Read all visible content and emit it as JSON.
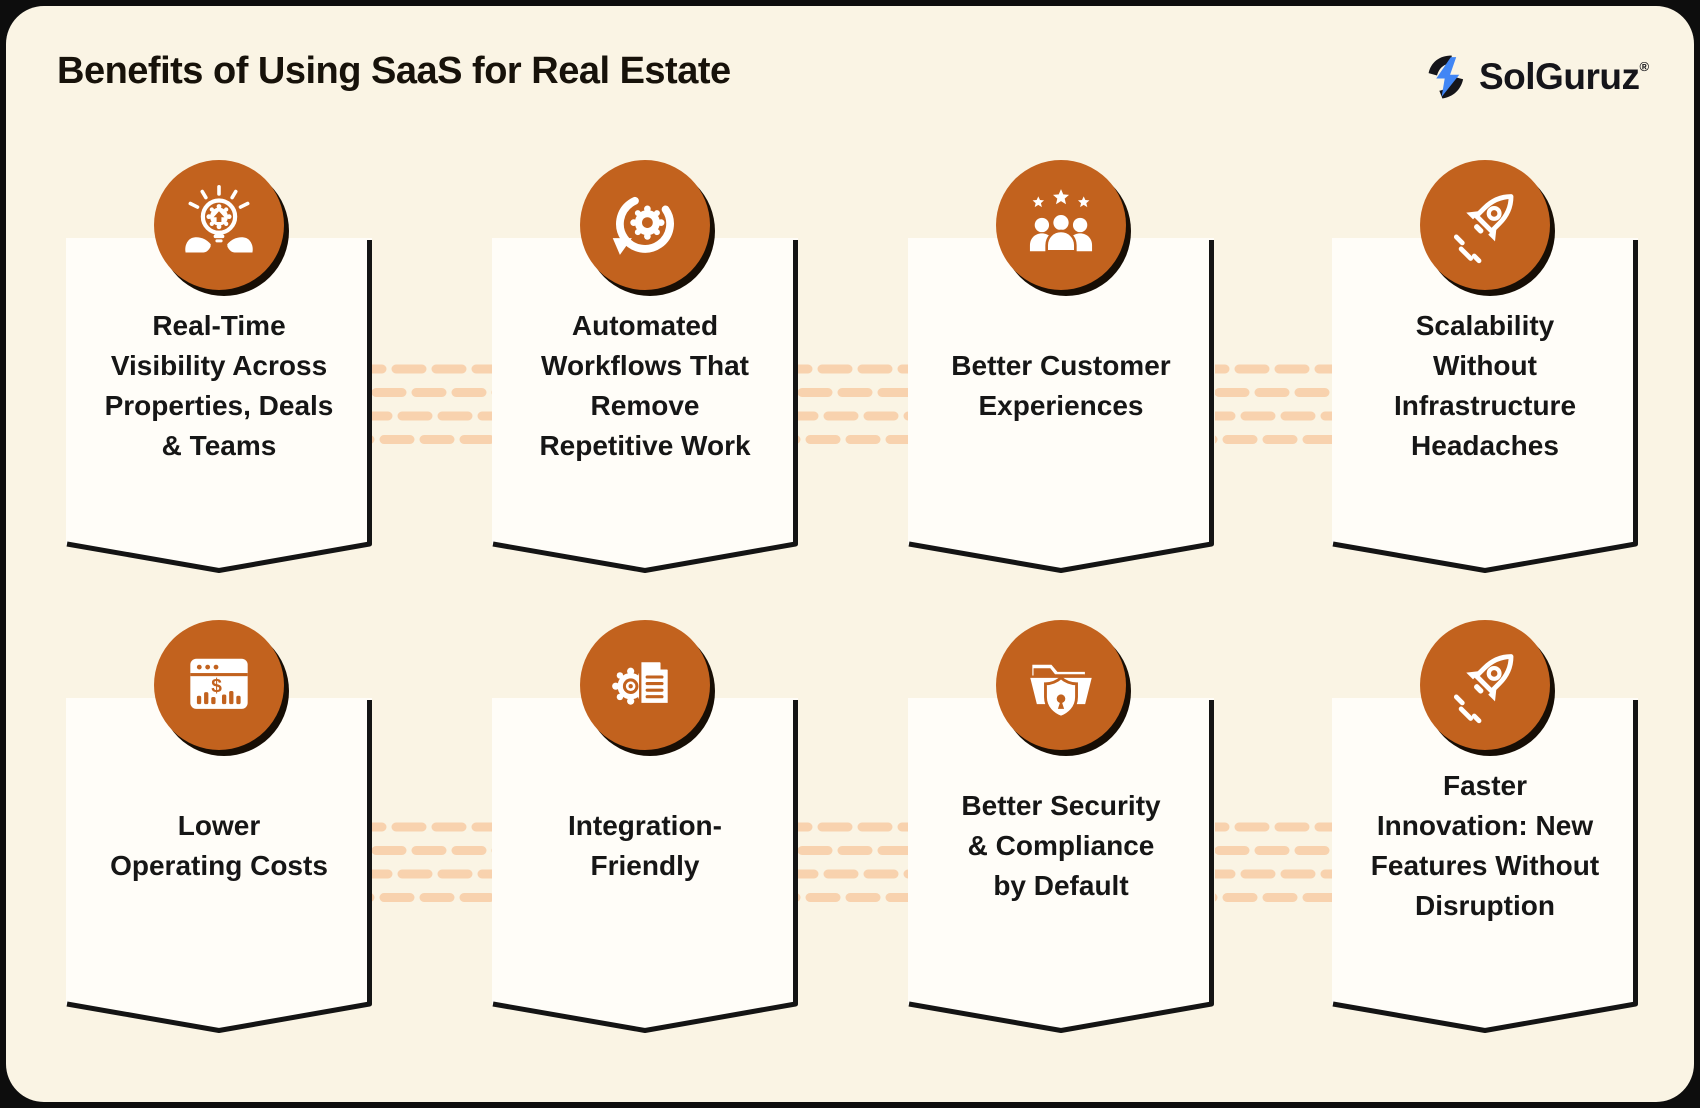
{
  "page": {
    "title": "Benefits of Using SaaS for Real Estate"
  },
  "brand": {
    "name": "SolGuruz",
    "registered_mark": "®",
    "logo_icon": "solguruz-bolt-icon"
  },
  "colors": {
    "frame": "#0d0d0d",
    "panel_background": "#faf4e4",
    "card_background": "#fffdf8",
    "card_outline": "#141414",
    "accent_orange": "#c2621e",
    "connector_dash": "#f8d2ae",
    "text": "#161616",
    "logo_blue": "#4186f5"
  },
  "connector_style": "four rows of rounded peach dashes between columns",
  "cards": [
    {
      "icon": "hands-idea-gear-icon",
      "title": "Real-Time\nVisibility Across\nProperties, Deals\n& Teams"
    },
    {
      "icon": "automation-cycle-gear-icon",
      "title": "Automated\nWorkflows That\nRemove\nRepetitive Work"
    },
    {
      "icon": "customers-stars-icon",
      "title": "Better Customer\nExperiences"
    },
    {
      "icon": "rocket-icon",
      "title": "Scalability\nWithout\nInfrastructure\nHeadaches"
    },
    {
      "icon": "browser-dollar-chart-icon",
      "title": "Lower\nOperating Costs"
    },
    {
      "icon": "gear-document-icon",
      "title": "Integration-\nFriendly"
    },
    {
      "icon": "folder-shield-lock-icon",
      "title": "Better Security\n& Compliance\nby Default"
    },
    {
      "icon": "rocket-icon",
      "title": "Faster\nInnovation: New\nFeatures Without\nDisruption"
    }
  ]
}
